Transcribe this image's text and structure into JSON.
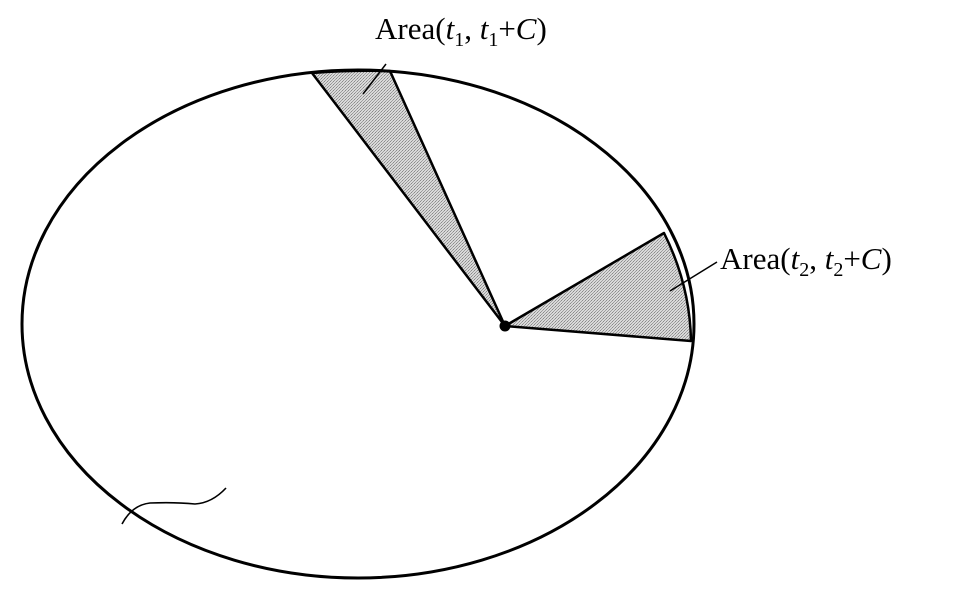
{
  "colors": {
    "stroke": "#000000",
    "shaded_fill": "#c9c9c9",
    "background": "#ffffff"
  },
  "labels": {
    "area1": {
      "prefix": "Area(",
      "t": "t",
      "sub": "1",
      "sep": ", ",
      "t2": "t",
      "sub2": "1",
      "plus": "+",
      "C": "C",
      "close": ")"
    },
    "area2": {
      "prefix": "Area(",
      "t": "t",
      "sub": "2",
      "sep": ", ",
      "t2": "t",
      "sub2": "2",
      "plus": "+",
      "C": "C",
      "close": ")"
    }
  }
}
